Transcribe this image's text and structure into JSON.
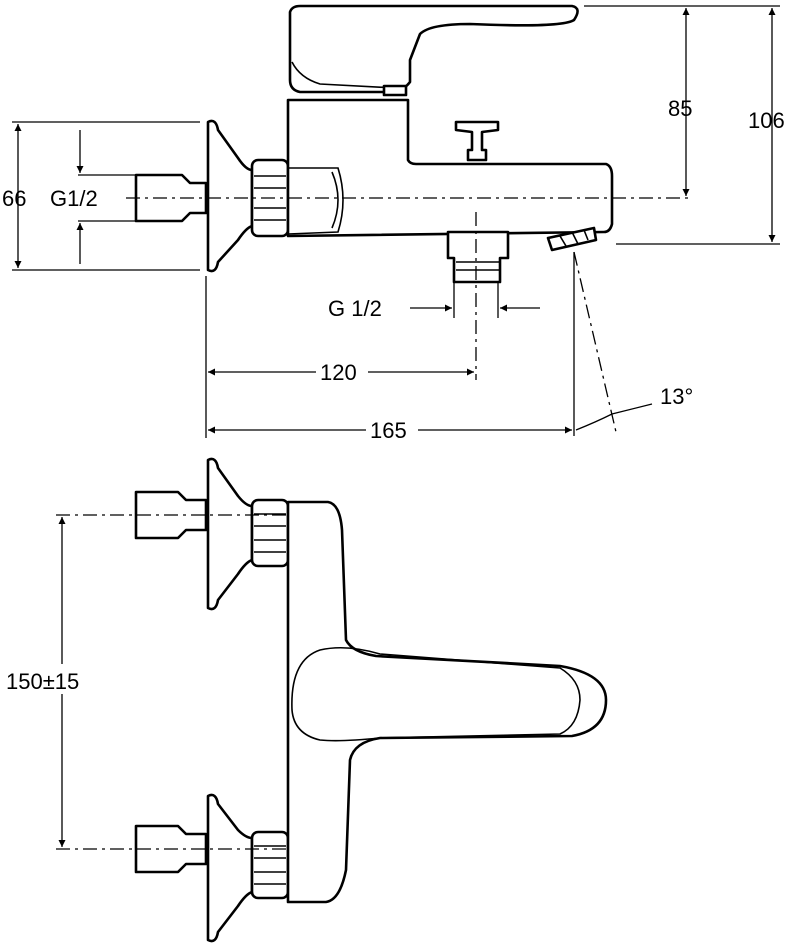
{
  "side_view": {
    "height_spout_label": "85",
    "height_total_label": "106",
    "flange_height_label": "66",
    "inlet_thread_label": "G1/2",
    "outlet_thread_label": "G 1/2",
    "outlet_distance_label": "120",
    "spout_reach_label": "165",
    "spout_angle_label": "13°"
  },
  "top_view": {
    "inlet_spacing_label": "150±15"
  }
}
